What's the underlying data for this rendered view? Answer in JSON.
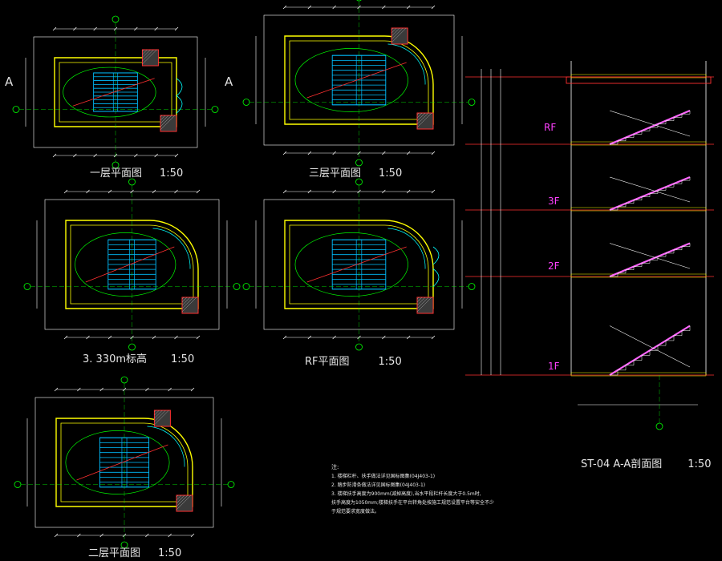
{
  "drawing": {
    "plans": [
      {
        "id": "plan-1f",
        "title": "一层平面图",
        "scale": "1:50"
      },
      {
        "id": "plan-3f",
        "title": "三层平面图",
        "scale": "1:50"
      },
      {
        "id": "plan-3330",
        "title": "3. 330m标高",
        "scale": "1:50"
      },
      {
        "id": "plan-rf",
        "title": "RF平面图",
        "scale": "1:50"
      },
      {
        "id": "plan-2f",
        "title": "二层平面图",
        "scale": "1:50"
      }
    ],
    "section": {
      "title": "ST-04 A-A剖面图",
      "scale": "1:50",
      "levels": [
        "RF",
        "3F",
        "2F",
        "1F"
      ]
    },
    "section_mark": "A",
    "notes": {
      "heading": "注:",
      "lines": [
        "1. 楼梯栏杆、扶手做法详见国标图集(04J403-1)",
        "2. 踏步防滑条做法详见国标图集(04J403-1)",
        "3. 楼梯扶手高度为900mm(减掉高度),当水平段栏杆长度大于0.5m时,",
        "   扶手高度为1050mm;楼梯扶手在平台转角处按施工规范设置平台等安全不少",
        "   于规范要求宽度做法。"
      ]
    },
    "colors": {
      "wall": "#ffff00",
      "dim": "#ffffff",
      "stair": "#00bfff",
      "axis": "#00ff00",
      "text_red": "#ff3030",
      "elev": "#ff40ff",
      "grid_cyan": "#00ffff"
    }
  }
}
